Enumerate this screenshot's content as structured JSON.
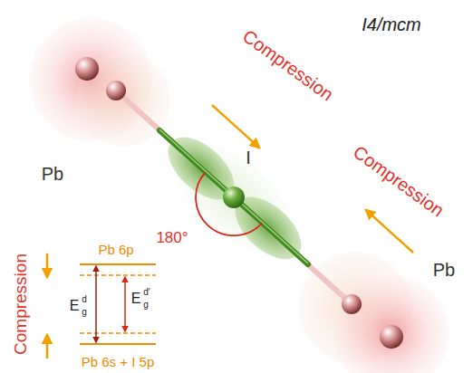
{
  "diagram": {
    "labels": [
      "I4/mcm",
      "Compression",
      "Compression",
      "Pb",
      "I",
      "180°",
      "Pb",
      "Compression",
      "Pb 6p",
      "E",
      "g",
      "d",
      "E",
      "g",
      "d'",
      "Pb 6s + I 5p"
    ]
  }
}
